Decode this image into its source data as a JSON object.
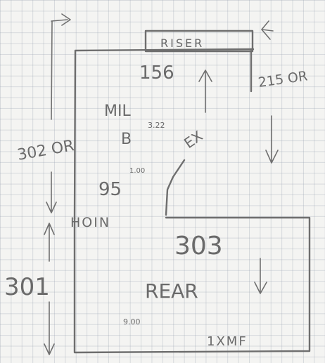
{
  "sheet": {
    "label_riser": "RISER",
    "label_156": "156",
    "label_215_or": "215 OR",
    "label_mil": "MIL",
    "label_b": "B",
    "label_322": "3.22",
    "label_ex": "EX",
    "label_302_or": "302 OR",
    "label_95": "95",
    "label_100": "1.00",
    "label_hoin": "HOIN",
    "label_303": "303",
    "label_301": "301",
    "label_rear": "REAR",
    "label_900": "9.00",
    "label_1xmf": "1XMF"
  }
}
